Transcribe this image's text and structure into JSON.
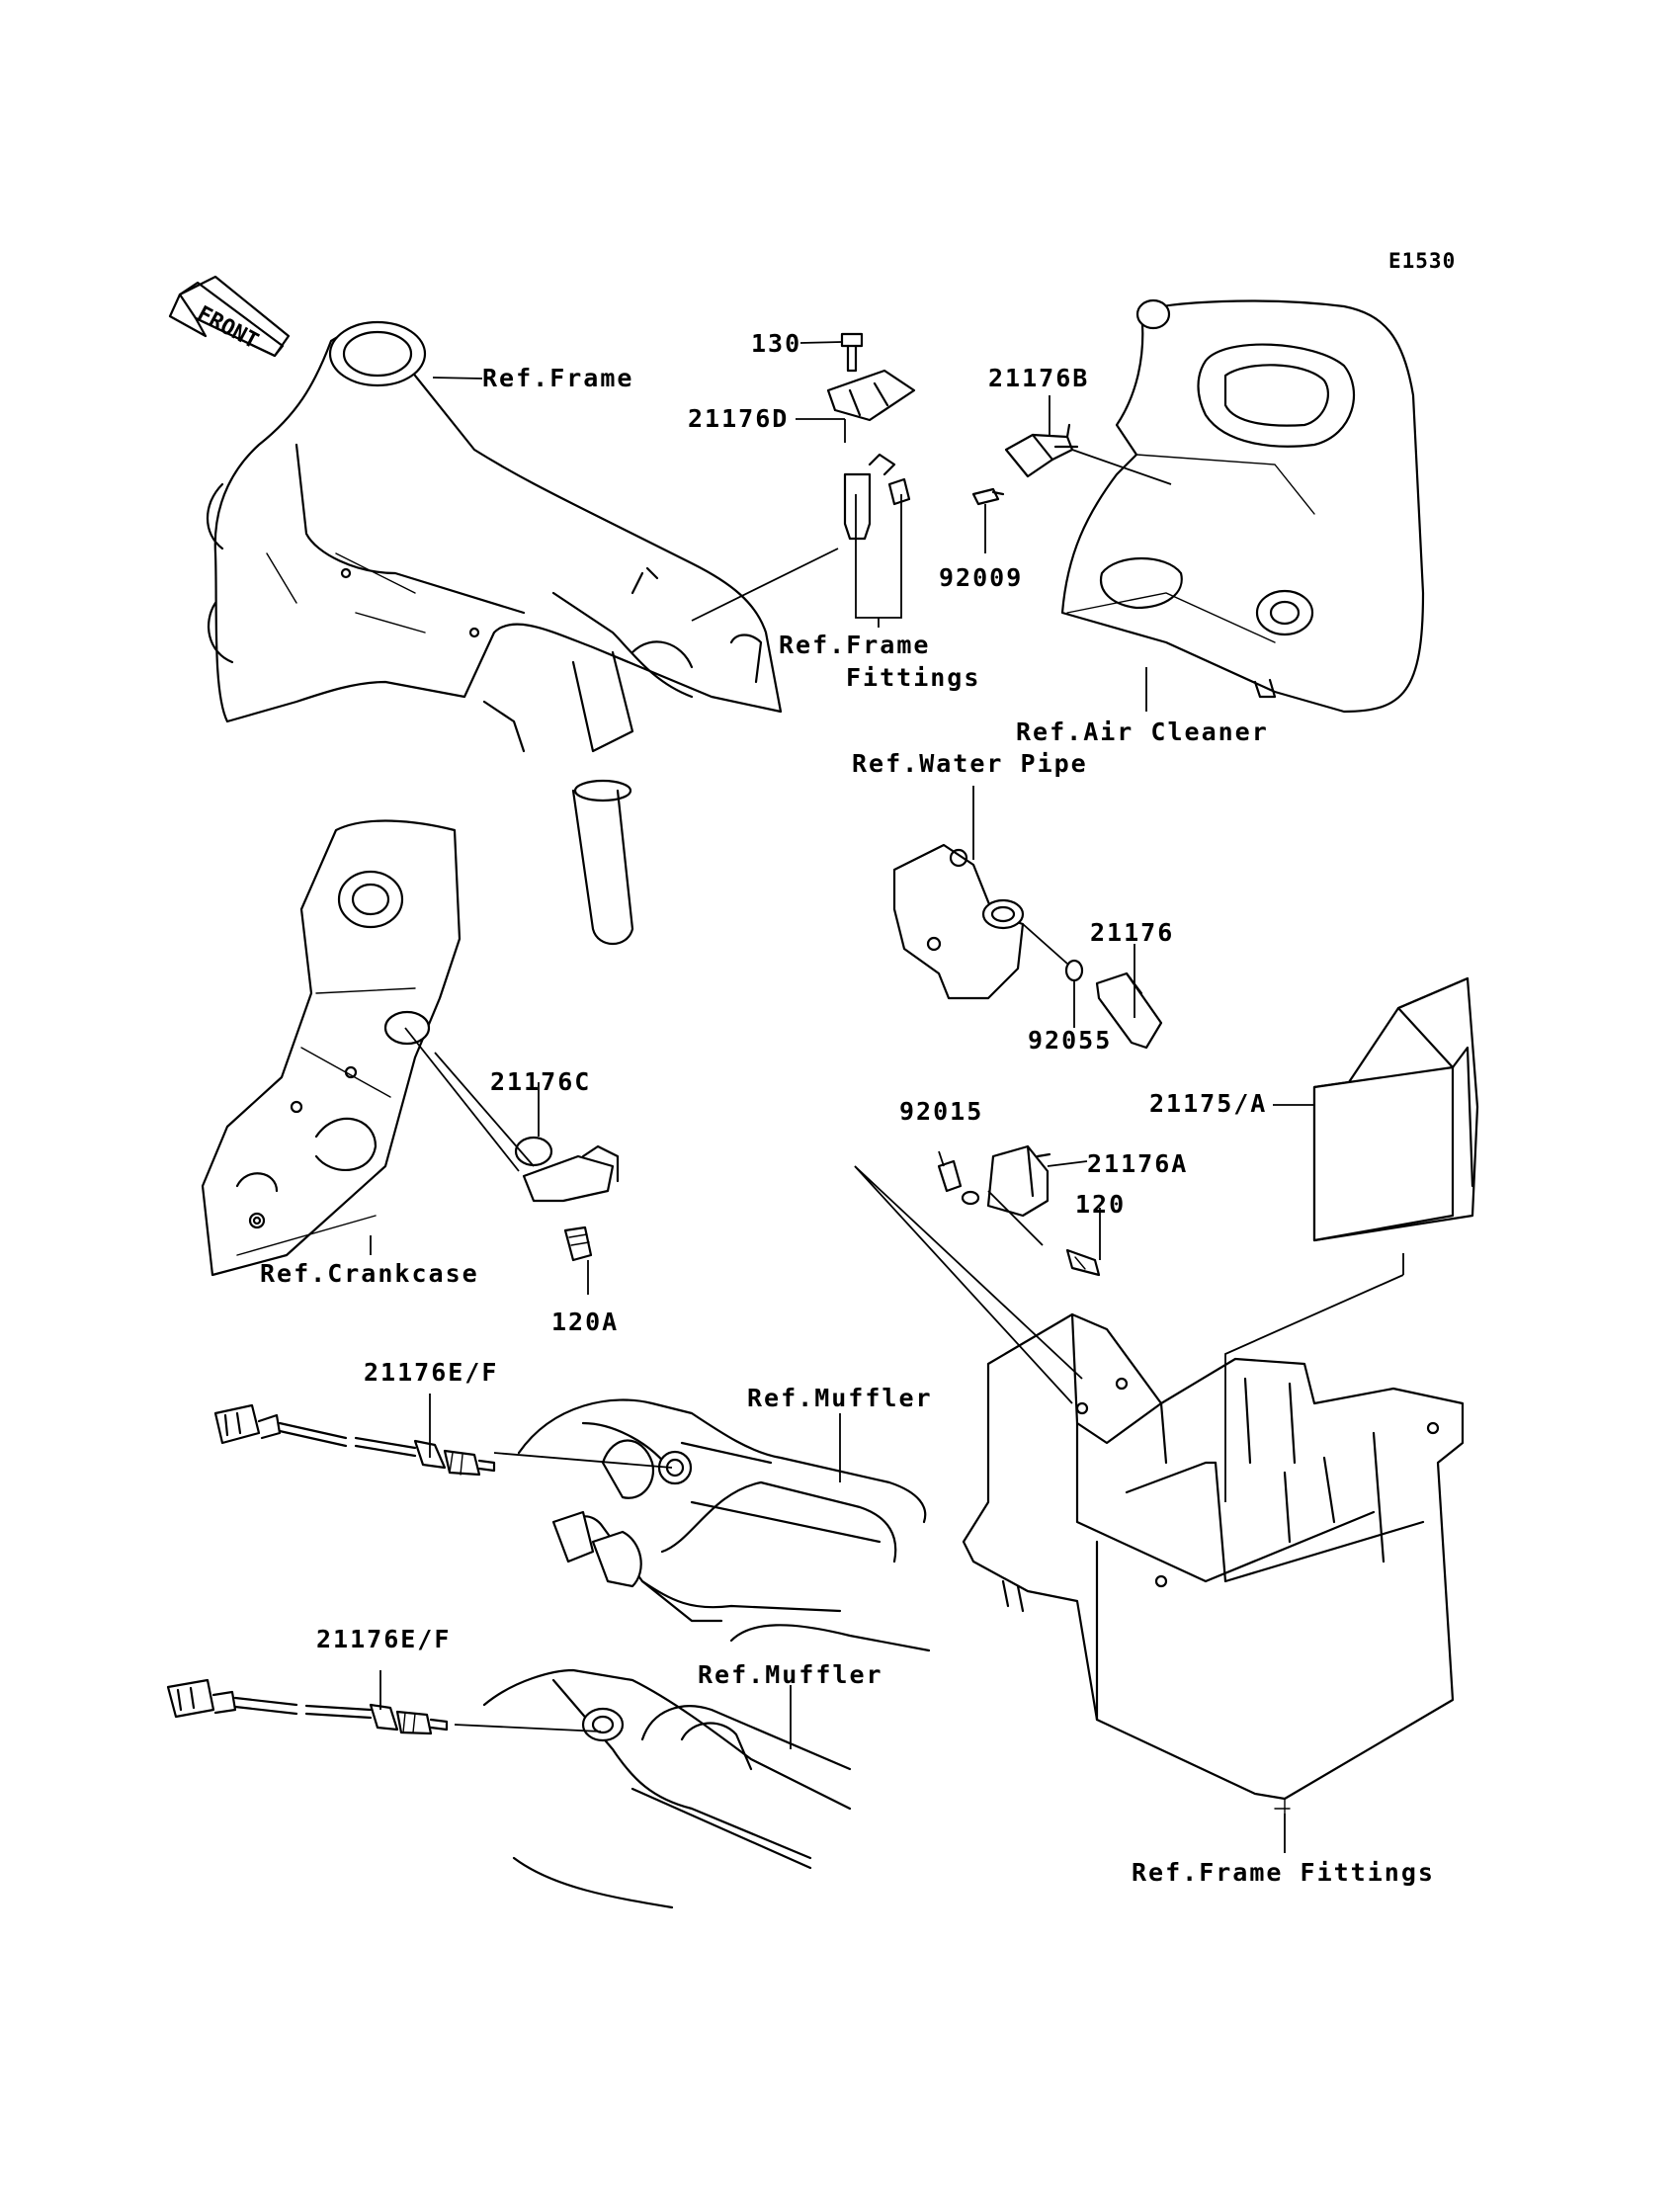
{
  "diagram_code": "E1530",
  "front_arrow": "FRONT",
  "labels": {
    "ref_frame": "Ref.Frame",
    "p130": "130",
    "p21176D": "21176D",
    "p21176B": "21176B",
    "p92009": "92009",
    "ref_frame_fittings_1": "Ref.Frame",
    "ref_frame_fittings_2": "Fittings",
    "ref_air_cleaner": "Ref.Air Cleaner",
    "ref_water_pipe": "Ref.Water Pipe",
    "p21176": "21176",
    "p92055": "92055",
    "p21176C": "21176C",
    "p21175A": "21175/A",
    "p92015": "92015",
    "p21176A": "21176A",
    "p120": "120",
    "ref_crankcase": "Ref.Crankcase",
    "p120A": "120A",
    "p21176EF_1": "21176E/F",
    "ref_muffler_1": "Ref.Muffler",
    "p21176EF_2": "21176E/F",
    "ref_muffler_2": "Ref.Muffler",
    "ref_frame_fittings_bottom": "Ref.Frame Fittings"
  }
}
